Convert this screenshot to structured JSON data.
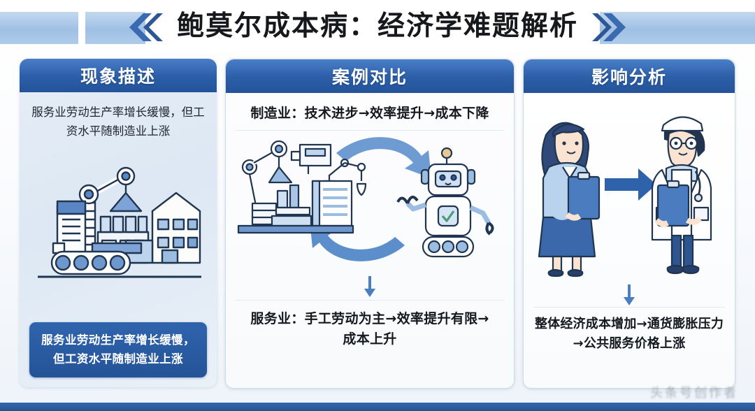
{
  "header": {
    "title": "鲍莫尔成本病：经济学难题解析",
    "left_chevron_icon": "double-chevron-left-icon",
    "right_chevron_icon": "double-chevron-right-icon"
  },
  "panels": {
    "left": {
      "heading": "现象描述",
      "lead_text": "服务业劳动生产率增长缓慢，但工资水平随制造业上涨",
      "illustration_icon": "factory-crane-illustration",
      "callout_text": "服务业劳动生产率增长缓慢，但工资水平随制造业上涨"
    },
    "middle": {
      "heading": "案例对比",
      "top_text": "制造业：技术进步→效率提升→成本下降",
      "illustration_icon": "factory-to-robot-cycle-illustration",
      "down_arrow_icon": "arrow-down-icon",
      "bottom_text": "服务业：手工劳动为主→效率提升有限→成本上升"
    },
    "right": {
      "heading": "影响分析",
      "illustration_icon": "businesswoman-to-doctor-illustration",
      "transition_arrow_icon": "arrow-right-icon",
      "down_arrow_icon": "arrow-down-icon",
      "bottom_text": "整体经济成本增加→通货膨胀压力→公共服务价格上涨"
    }
  },
  "footer": {
    "watermark_text": "头条号创作者"
  },
  "colors": {
    "header_blue": "#2c5fa8",
    "band_blue": "#9fc0e4",
    "callout_blue": "#2f64ad",
    "arrow_blue": "#3a72bd",
    "panel_border": "#cfdbe8",
    "text_dark": "#15191f"
  }
}
